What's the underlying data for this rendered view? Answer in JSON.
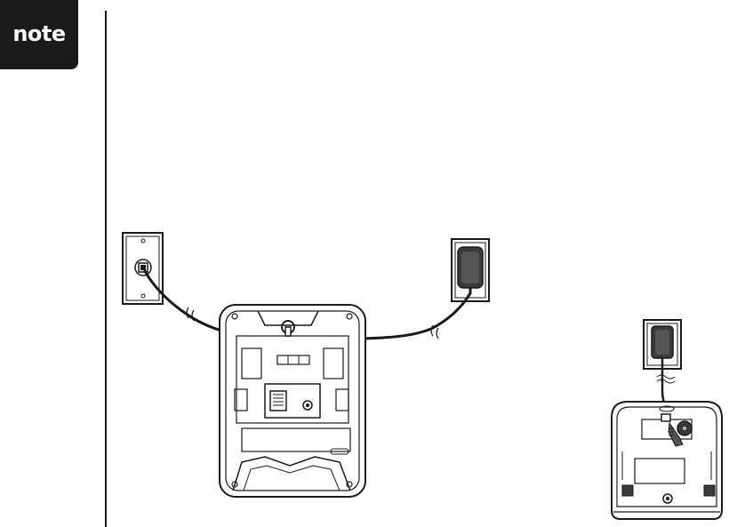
{
  "sidebar": {
    "note_label": "note"
  },
  "illustration": {
    "icons": [
      "telephone-wall-jack",
      "power-outlet-adapter",
      "wall-mount-base",
      "desktop-base"
    ]
  }
}
